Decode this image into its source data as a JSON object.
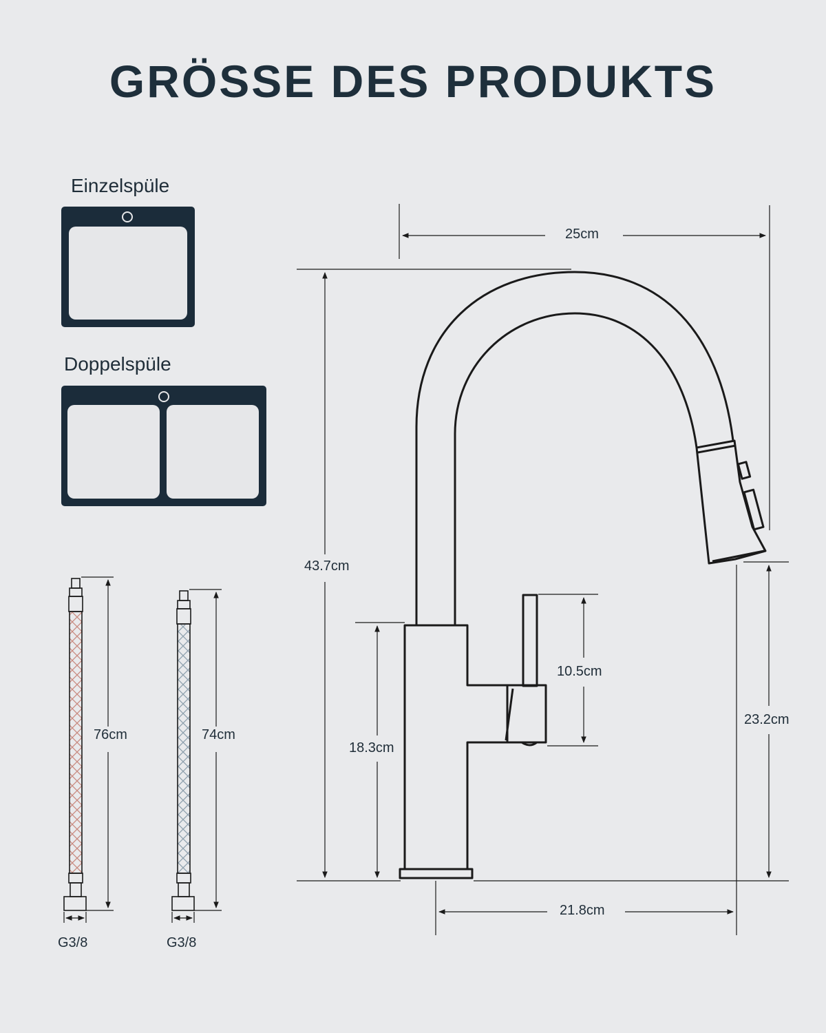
{
  "title": "GRÖSSE DES PRODUKTS",
  "sinks": {
    "single_label": "Einzelspüle",
    "double_label": "Doppelspüle"
  },
  "hoses": {
    "hot": {
      "length": "76cm",
      "thread": "G3/8",
      "color": "#c98a80"
    },
    "cold": {
      "length": "74cm",
      "thread": "G3/8",
      "color": "#8ea0ad"
    }
  },
  "dimensions": {
    "width_top": "25cm",
    "total_height": "43.7cm",
    "base_height": "18.3cm",
    "handle_height": "10.5cm",
    "spout_height": "23.2cm",
    "reach": "21.8cm"
  },
  "colors": {
    "background": "#e9eaec",
    "sink": "#1b2c3a",
    "line": "#1a1a1a"
  }
}
